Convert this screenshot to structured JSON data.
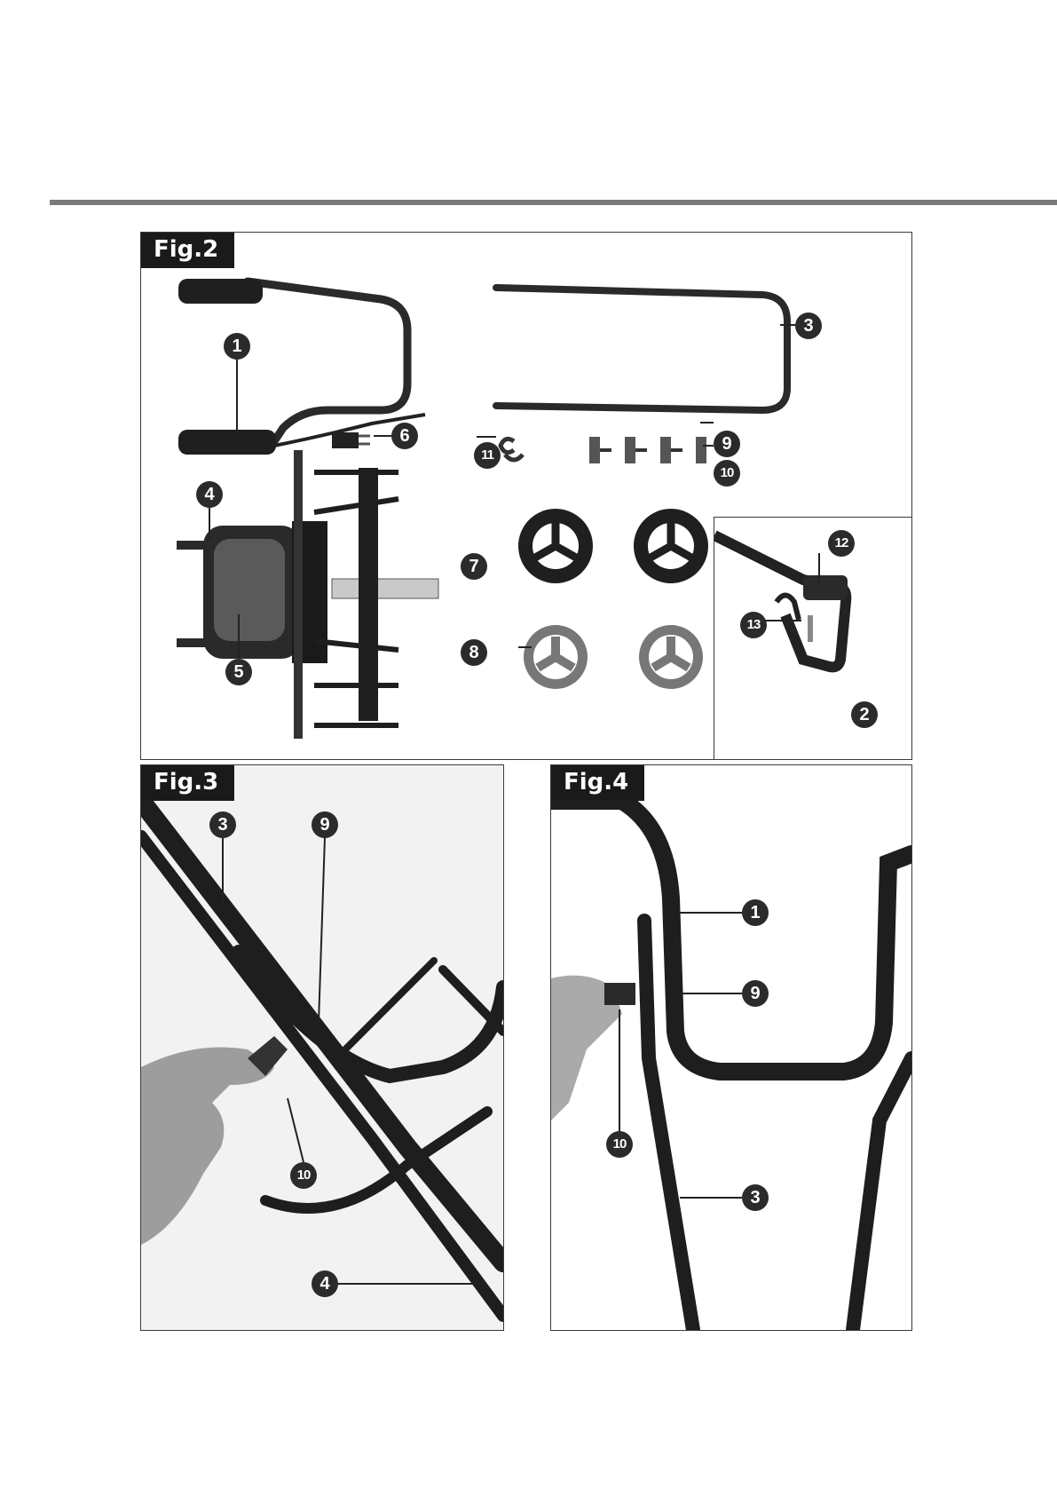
{
  "figures": {
    "fig2": {
      "label": "Fig.2"
    },
    "fig3": {
      "label": "Fig.3"
    },
    "fig4": {
      "label": "Fig.4"
    }
  },
  "callouts": {
    "fig2": [
      "1",
      "2",
      "3",
      "4",
      "5",
      "6",
      "7",
      "8",
      "9",
      "10",
      "11",
      "12",
      "13"
    ],
    "fig3": [
      "3",
      "9",
      "10",
      "4"
    ],
    "fig4": [
      "1",
      "9",
      "10",
      "3"
    ]
  }
}
